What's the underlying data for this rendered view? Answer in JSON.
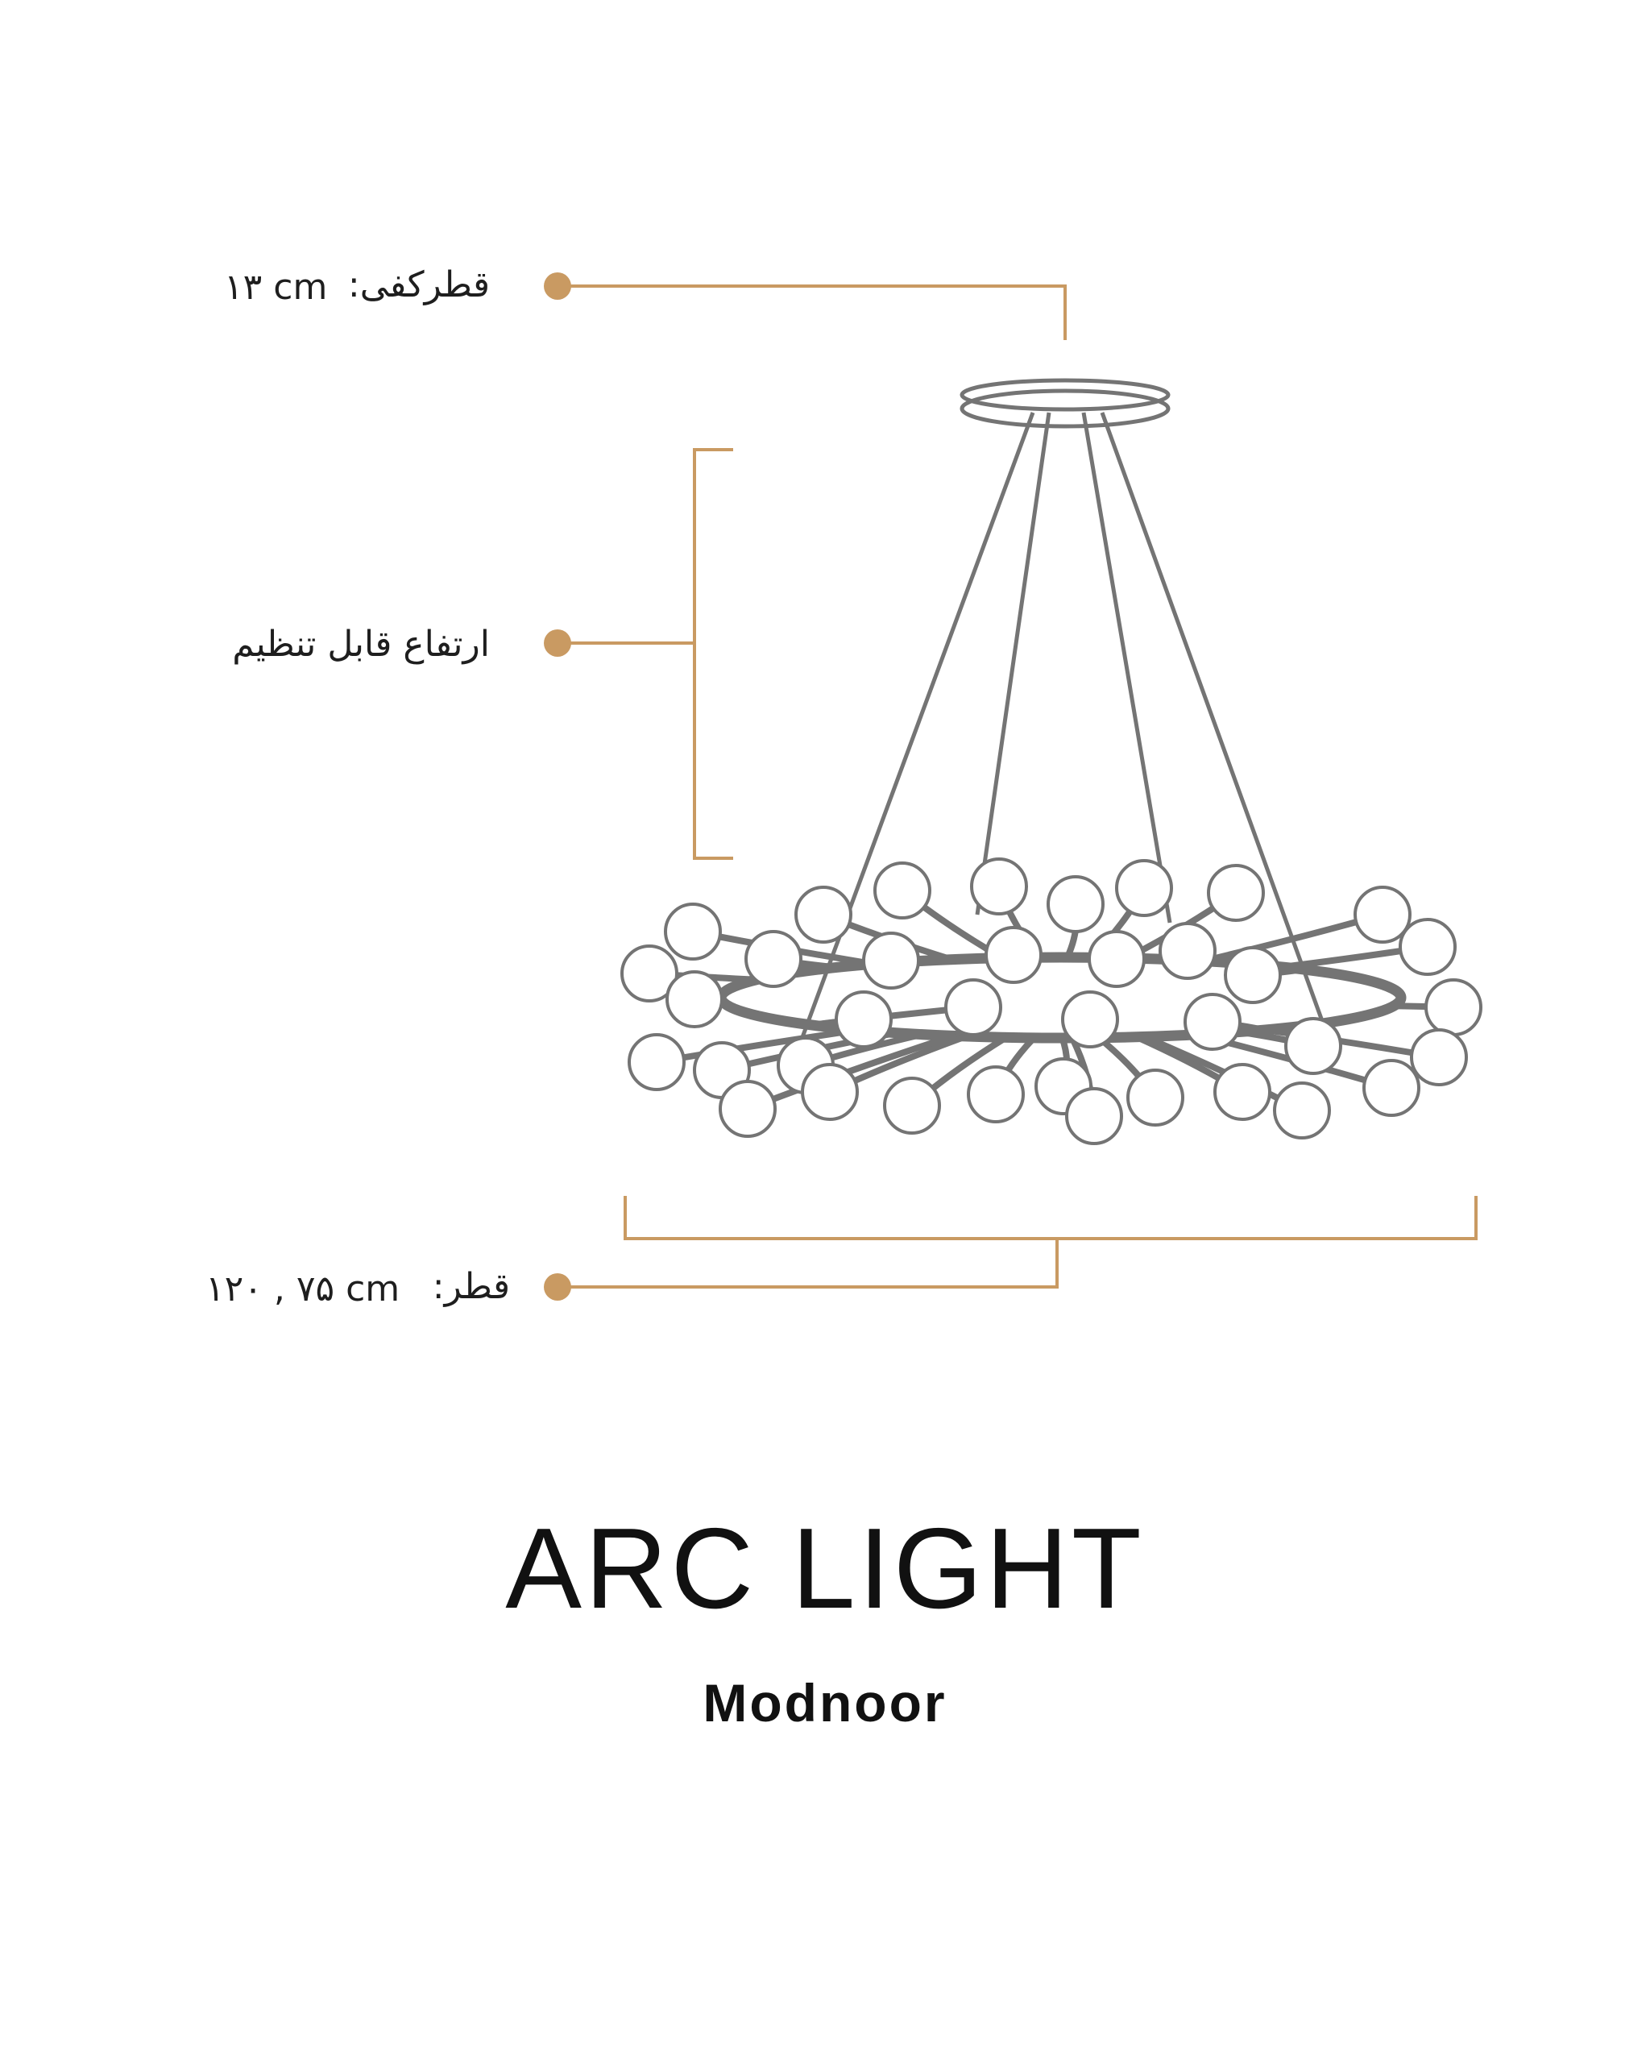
{
  "labels": {
    "canopy_label": "قطرکفی:",
    "canopy_value": "۱۳ cm",
    "height_label": "ارتفاع  قابل تنظیم",
    "diameter_label": "قطر:",
    "diameter_value": "۱۲۰ , ۷۵ cm"
  },
  "title": "ARC LIGHT",
  "brand": "Modnoor",
  "colors": {
    "accent": "#C99A62",
    "line": "#747474",
    "text": "#1e1e1e"
  }
}
